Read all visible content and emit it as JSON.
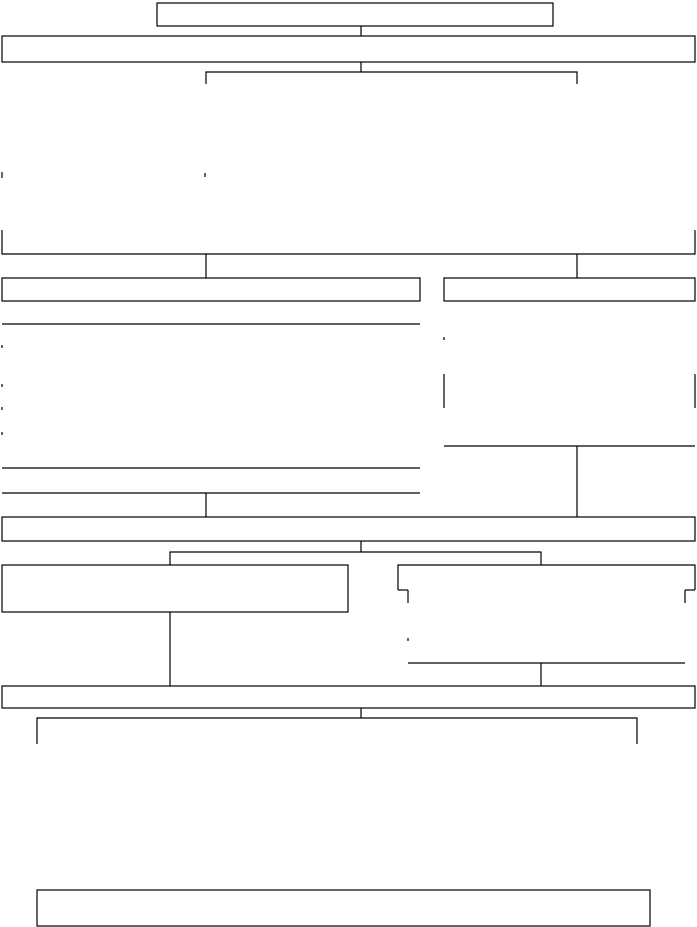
{
  "diagram": {
    "type": "flowchart",
    "description_visible_text": "",
    "colors": {
      "line": "#000000",
      "background": "#ffffff"
    },
    "nodes": [
      {
        "id": "n1",
        "label": ""
      },
      {
        "id": "n2",
        "label": ""
      },
      {
        "id": "n3",
        "label": ""
      },
      {
        "id": "n4",
        "label": ""
      },
      {
        "id": "n5",
        "label": ""
      },
      {
        "id": "n6",
        "label": ""
      },
      {
        "id": "n7",
        "label": ""
      },
      {
        "id": "n8",
        "label": ""
      },
      {
        "id": "n9",
        "label": ""
      },
      {
        "id": "n10",
        "label": ""
      }
    ]
  }
}
